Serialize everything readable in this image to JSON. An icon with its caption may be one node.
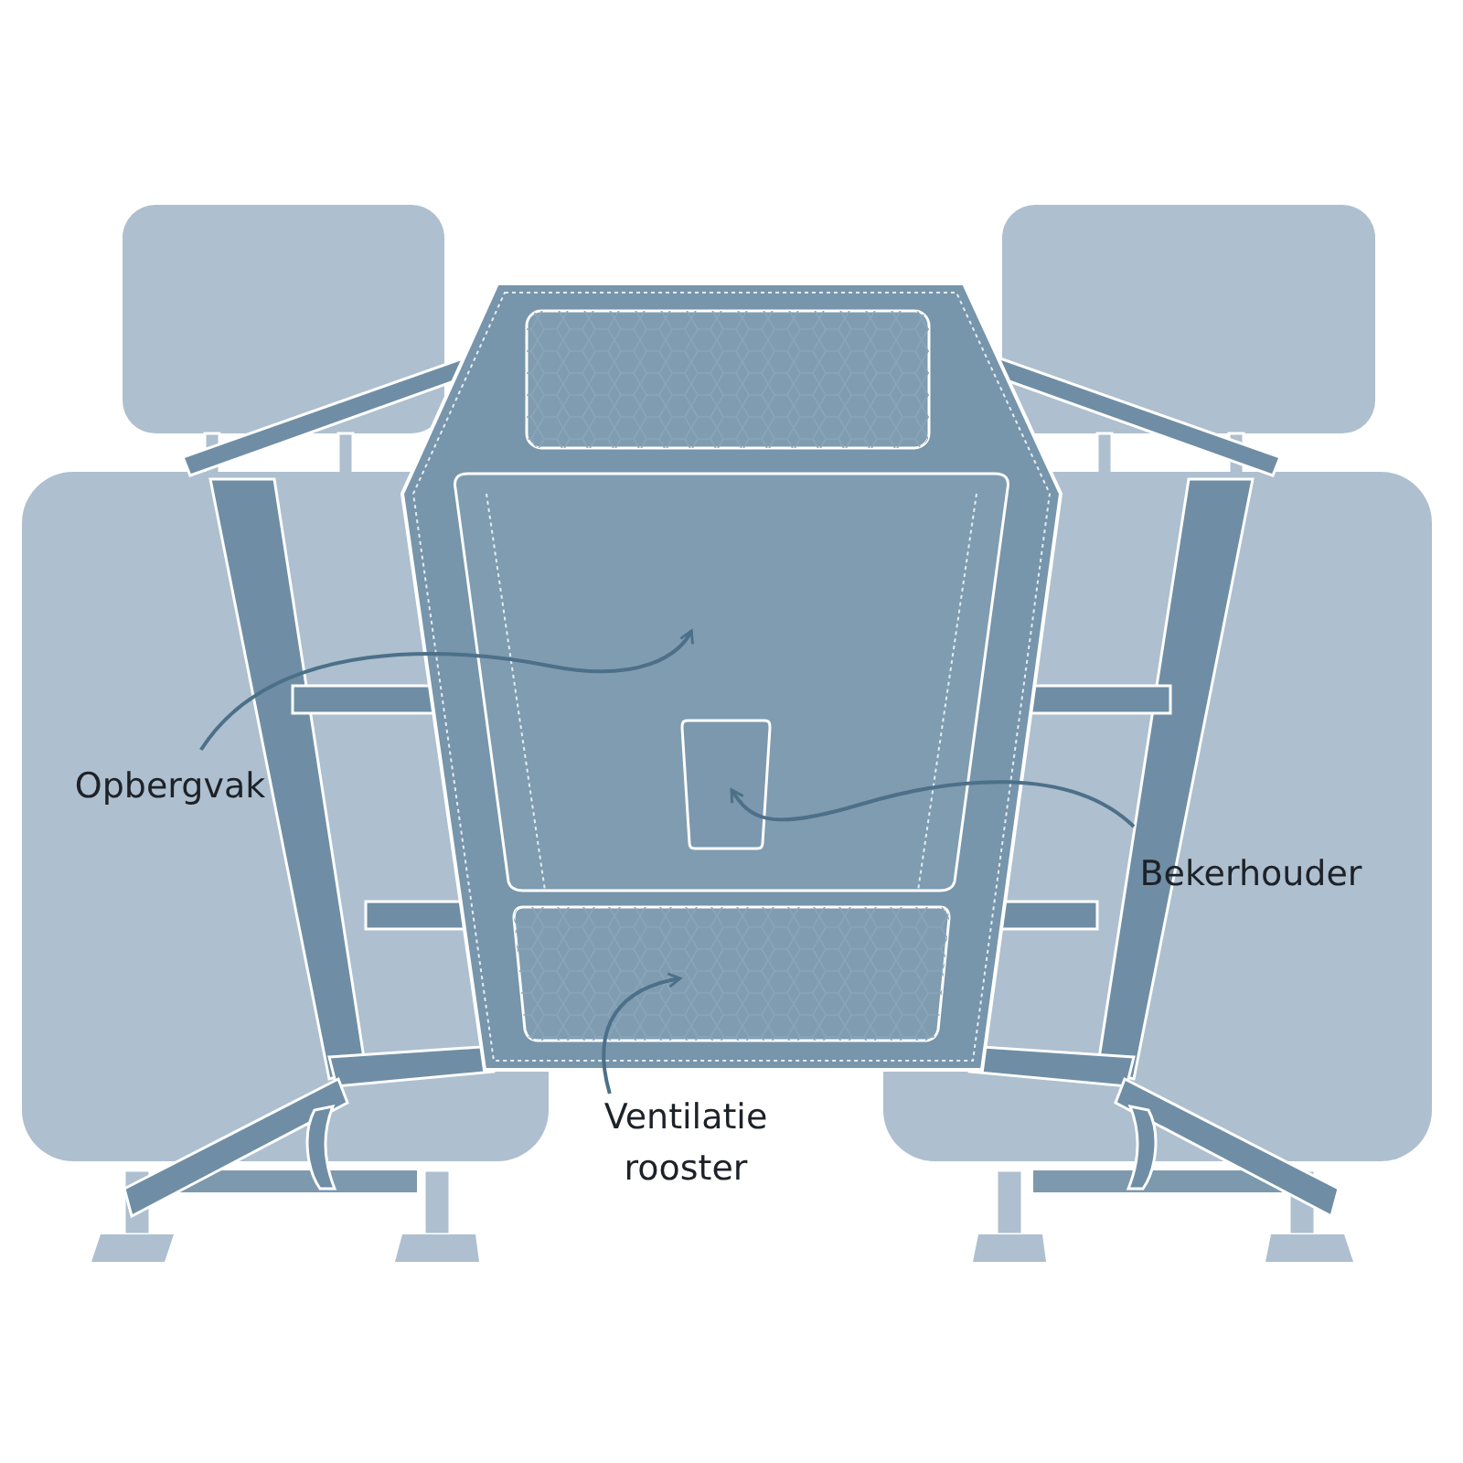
{
  "diagram": {
    "nodes": [
      {
        "text": [
          "Opbergvak"
        ]
      },
      {
        "text": [],
        "shape": "box"
      },
      {
        "text": [
          "Bekerhouder"
        ]
      },
      {
        "text": [],
        "shape": "box",
        "in": 1
      },
      {
        "text": [
          "Ventilatie rooster"
        ]
      },
      {
        "text": [],
        "shape": "box"
      }
    ],
    "edges": [
      {
        "from": 0,
        "to": 1,
        "arrow": "to"
      },
      {
        "from": 2,
        "to": 3,
        "arrow": "to"
      },
      {
        "from": 4,
        "to": 5,
        "arrow": "to"
      }
    ]
  }
}
